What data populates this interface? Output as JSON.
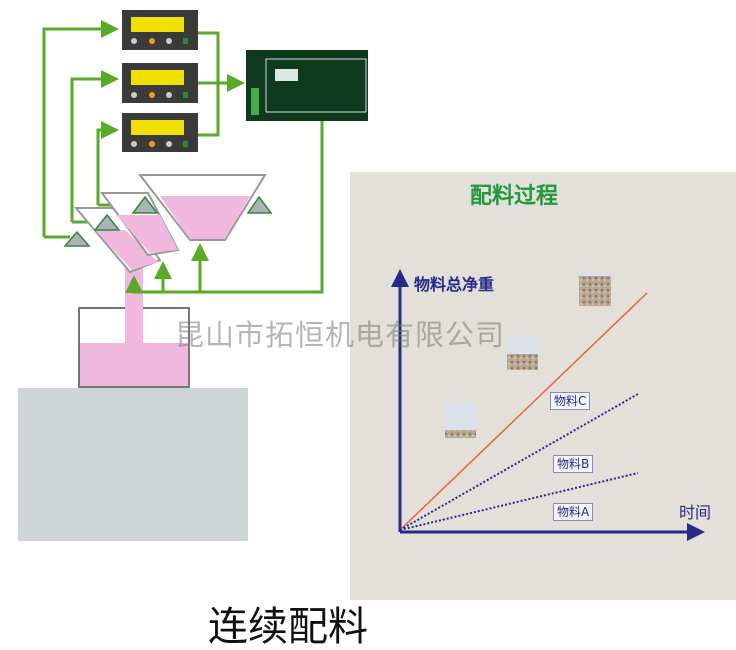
{
  "diagram": {
    "caption": "连续配料",
    "watermark": "昆山市拓恒机电有限公司",
    "chart": {
      "title": "配料过程",
      "y_axis_label": "物料总净重",
      "x_axis_label": "时间",
      "series_labels": [
        "物料C",
        "物料B",
        "物料A"
      ]
    },
    "colors": {
      "line_green": "#5aaa2a",
      "pink": "#f0b8dc",
      "controller": "#3a3a3a",
      "screen": "#f0e000",
      "plc": "#0f3a1e",
      "axis": "#28288a",
      "total_line": "#f06040"
    }
  }
}
